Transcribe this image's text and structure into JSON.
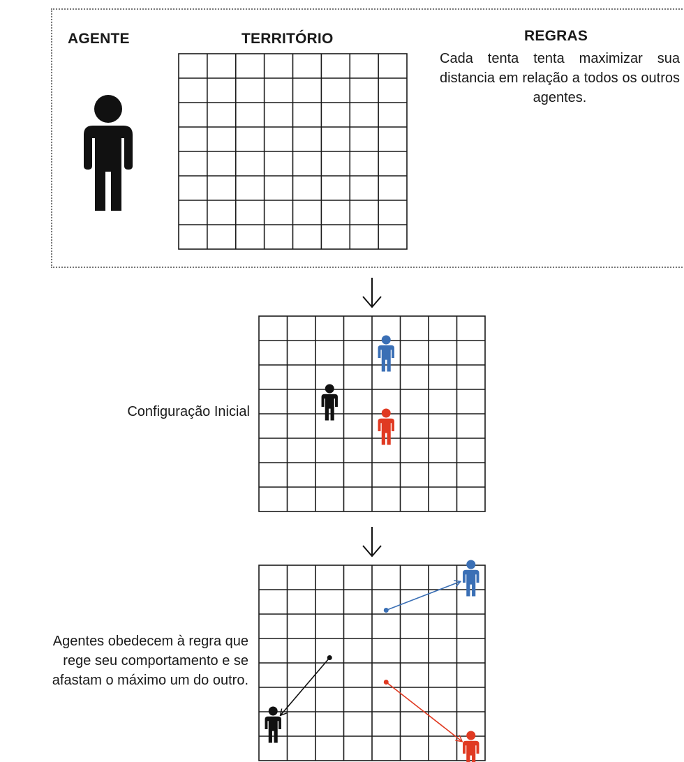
{
  "header": {
    "agent_title": "AGENTE",
    "territory_title": "TERRITÓRIO",
    "rules_title": "REGRAS",
    "rules_text": "Cada tenta tenta maximizar sua distancia em relação a todos os outros agentes."
  },
  "stage1": {
    "caption": "Configuração Inicial"
  },
  "stage2": {
    "caption_lines": [
      "Agentes obedecem à regra que",
      "rege seu comportamento e se",
      "afastam o máximo um do outro."
    ]
  },
  "grid": {
    "rows": 8,
    "cols": 8
  },
  "agents_initial": [
    {
      "name": "blue-agent",
      "color": "#3a6fb5",
      "cell": [
        4,
        1
      ]
    },
    {
      "name": "black-agent",
      "color": "#111111",
      "cell": [
        2,
        3
      ]
    },
    {
      "name": "red-agent",
      "color": "#e03a22",
      "cell": [
        4,
        4
      ]
    }
  ],
  "agents_final": [
    {
      "name": "blue-agent",
      "color": "#3a6fb5",
      "cell": [
        7,
        0
      ]
    },
    {
      "name": "black-agent",
      "color": "#111111",
      "cell": [
        0,
        6
      ]
    },
    {
      "name": "red-agent",
      "color": "#e03a22",
      "cell": [
        7,
        7
      ]
    }
  ],
  "colors": {
    "blue": "#3a6fb5",
    "red": "#e03a22",
    "black": "#111111",
    "grid_line": "#1a1a1a"
  }
}
